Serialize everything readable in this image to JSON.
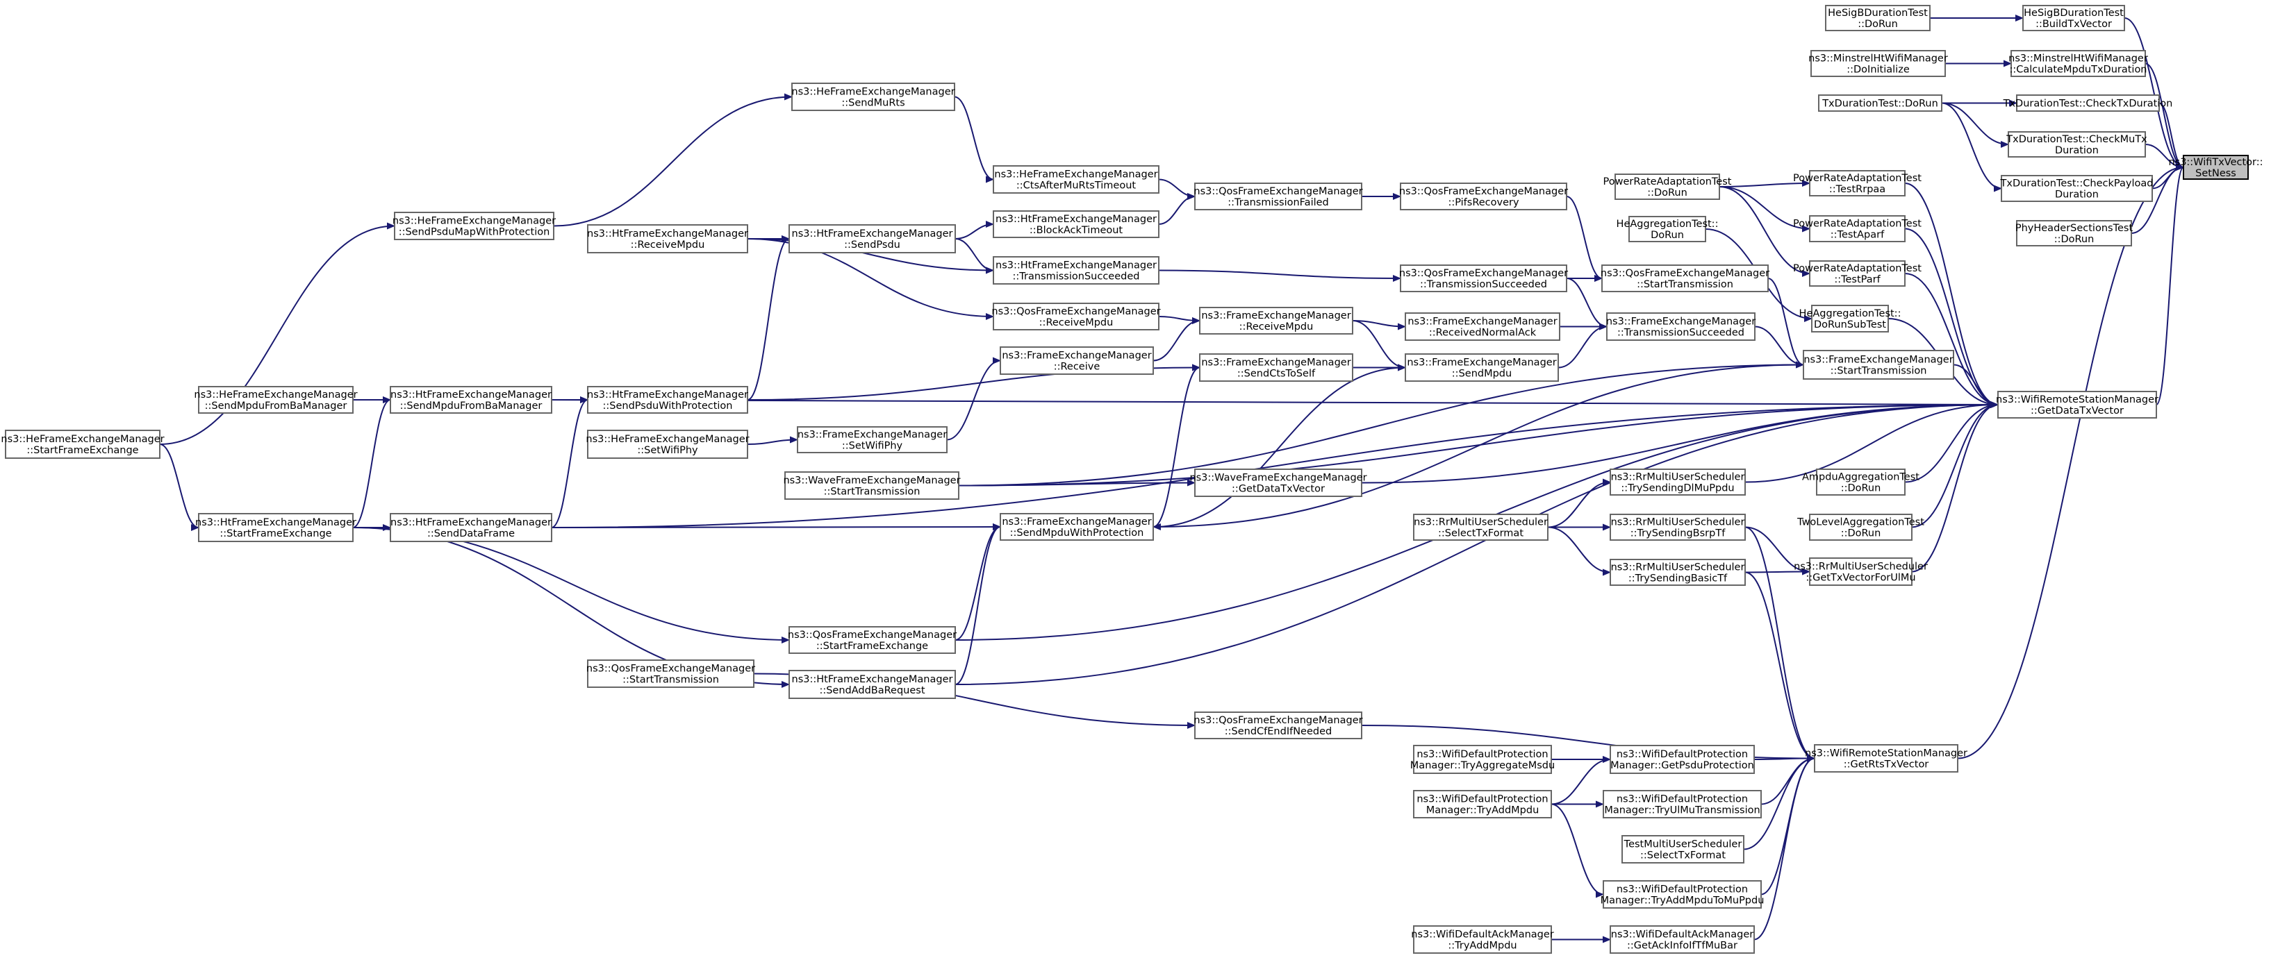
{
  "colors": {
    "edge": "#191970",
    "root_fill": "#bfbfbf",
    "node_border": "#666666"
  },
  "nodes": [
    {
      "id": "setness",
      "lines": [
        "ns3::WifiTxVector::",
        "SetNess"
      ],
      "root": true
    },
    {
      "id": "hesig_buildtx",
      "lines": [
        "HeSigBDurationTest",
        "::BuildTxVector"
      ]
    },
    {
      "id": "hesig_dorun",
      "lines": [
        "HeSigBDurationTest",
        "::DoRun"
      ]
    },
    {
      "id": "minstrel_calc",
      "lines": [
        "ns3::MinstrelHtWifiManager",
        "::CalculateMpduTxDuration"
      ]
    },
    {
      "id": "minstrel_init",
      "lines": [
        "ns3::MinstrelHtWifiManager",
        "::DoInitialize"
      ]
    },
    {
      "id": "txdur_checktx",
      "lines": [
        "TxDurationTest::CheckTxDuration"
      ]
    },
    {
      "id": "txdur_dorun",
      "lines": [
        "TxDurationTest::DoRun"
      ]
    },
    {
      "id": "txdur_checkmu",
      "lines": [
        "TxDurationTest::CheckMuTx",
        "Duration"
      ]
    },
    {
      "id": "txdur_checkpayload",
      "lines": [
        "TxDurationTest::CheckPayload",
        "Duration"
      ]
    },
    {
      "id": "phyheader",
      "lines": [
        "PhyHeaderSectionsTest",
        "::DoRun"
      ]
    },
    {
      "id": "remote_getdata",
      "lines": [
        "ns3::WifiRemoteStationManager",
        "::GetDataTxVector"
      ]
    },
    {
      "id": "remote_getrts",
      "lines": [
        "ns3::WifiRemoteStationManager",
        "::GetRtsTxVector"
      ]
    },
    {
      "id": "pra_rrpaa",
      "lines": [
        "PowerRateAdaptationTest",
        "::TestRrpaa"
      ]
    },
    {
      "id": "pra_aparf",
      "lines": [
        "PowerRateAdaptationTest",
        "::TestAparf"
      ]
    },
    {
      "id": "pra_parf",
      "lines": [
        "PowerRateAdaptationTest",
        "::TestParf"
      ]
    },
    {
      "id": "pra_dorun",
      "lines": [
        "PowerRateAdaptationTest",
        "::DoRun"
      ]
    },
    {
      "id": "heagg_dorun",
      "lines": [
        "HeAggregationTest::",
        "DoRun"
      ]
    },
    {
      "id": "heagg_sub",
      "lines": [
        "HeAggregationTest::",
        "DoRunSubTest"
      ]
    },
    {
      "id": "ampdu",
      "lines": [
        "AmpduAggregationTest",
        "::DoRun"
      ]
    },
    {
      "id": "twolevel",
      "lines": [
        "TwoLevelAggregationTest",
        "::DoRun"
      ]
    },
    {
      "id": "rr_getul",
      "lines": [
        "ns3::RrMultiUserScheduler",
        "::GetTxVectorForUlMu"
      ]
    },
    {
      "id": "rr_trydl",
      "lines": [
        "ns3::RrMultiUserScheduler",
        "::TrySendingDlMuPpdu"
      ]
    },
    {
      "id": "rr_trybsrp",
      "lines": [
        "ns3::RrMultiUserScheduler",
        "::TrySendingBsrpTf"
      ]
    },
    {
      "id": "rr_trybasic",
      "lines": [
        "ns3::RrMultiUserScheduler",
        "::TrySendingBasicTf"
      ]
    },
    {
      "id": "rr_select",
      "lines": [
        "ns3::RrMultiUserScheduler",
        "::SelectTxFormat"
      ]
    },
    {
      "id": "fem_starttx",
      "lines": [
        "ns3::FrameExchangeManager",
        "::StartTransmission"
      ]
    },
    {
      "id": "fem_txsucc",
      "lines": [
        "ns3::FrameExchangeManager",
        "::TransmissionSucceeded"
      ]
    },
    {
      "id": "fem_recvnormalack",
      "lines": [
        "ns3::FrameExchangeManager",
        "::ReceivedNormalAck"
      ]
    },
    {
      "id": "fem_sendmpdu",
      "lines": [
        "ns3::FrameExchangeManager",
        "::SendMpdu"
      ]
    },
    {
      "id": "fem_receivempdu",
      "lines": [
        "ns3::FrameExchangeManager",
        "::ReceiveMpdu"
      ]
    },
    {
      "id": "fem_sendcts",
      "lines": [
        "ns3::FrameExchangeManager",
        "::SendCtsToSelf"
      ]
    },
    {
      "id": "fem_receive",
      "lines": [
        "ns3::FrameExchangeManager",
        "::Receive"
      ]
    },
    {
      "id": "fem_setwifiphy",
      "lines": [
        "ns3::FrameExchangeManager",
        "::SetWifiPhy"
      ]
    },
    {
      "id": "fem_sendmpduprot",
      "lines": [
        "ns3::FrameExchangeManager",
        "::SendMpduWithProtection"
      ]
    },
    {
      "id": "qfem_starttx_r",
      "lines": [
        "ns3::QosFrameExchangeManager",
        "::StartTransmission"
      ]
    },
    {
      "id": "qfem_txsucc",
      "lines": [
        "ns3::QosFrameExchangeManager",
        "::TransmissionSucceeded"
      ]
    },
    {
      "id": "qfem_pifs",
      "lines": [
        "ns3::QosFrameExchangeManager",
        "::PifsRecovery"
      ]
    },
    {
      "id": "qfem_txfailed",
      "lines": [
        "ns3::QosFrameExchangeManager",
        "::TransmissionFailed"
      ]
    },
    {
      "id": "qfem_receivempdu",
      "lines": [
        "ns3::QosFrameExchangeManager",
        "::ReceiveMpdu"
      ]
    },
    {
      "id": "qfem_startfe",
      "lines": [
        "ns3::QosFrameExchangeManager",
        "::StartFrameExchange"
      ]
    },
    {
      "id": "qfem_starttx_l",
      "lines": [
        "ns3::QosFrameExchangeManager",
        "::StartTransmission"
      ]
    },
    {
      "id": "qfem_sendcfend",
      "lines": [
        "ns3::QosFrameExchangeManager",
        "::SendCfEndIfNeeded"
      ]
    },
    {
      "id": "hefem_ctsafter",
      "lines": [
        "ns3::HeFrameExchangeManager",
        "::CtsAfterMuRtsTimeout"
      ]
    },
    {
      "id": "hefem_sendmurts",
      "lines": [
        "ns3::HeFrameExchangeManager",
        "::SendMuRts"
      ]
    },
    {
      "id": "hefem_sendpsdumap",
      "lines": [
        "ns3::HeFrameExchangeManager",
        "::SendPsduMapWithProtection"
      ]
    },
    {
      "id": "hefem_startfe",
      "lines": [
        "ns3::HeFrameExchangeManager",
        "::StartFrameExchange"
      ]
    },
    {
      "id": "hefem_sendmpdufromba",
      "lines": [
        "ns3::HeFrameExchangeManager",
        "::SendMpduFromBaManager"
      ]
    },
    {
      "id": "hefem_setwifiphy",
      "lines": [
        "ns3::HeFrameExchangeManager",
        "::SetWifiPhy"
      ]
    },
    {
      "id": "htfem_blockack",
      "lines": [
        "ns3::HtFrameExchangeManager",
        "::BlockAckTimeout"
      ]
    },
    {
      "id": "htfem_txsucc",
      "lines": [
        "ns3::HtFrameExchangeManager",
        "::TransmissionSucceeded"
      ]
    },
    {
      "id": "htfem_sendpsdu",
      "lines": [
        "ns3::HtFrameExchangeManager",
        "::SendPsdu"
      ]
    },
    {
      "id": "htfem_receivempdu",
      "lines": [
        "ns3::HtFrameExchangeManager",
        "::ReceiveMpdu"
      ]
    },
    {
      "id": "htfem_sendpsduprot",
      "lines": [
        "ns3::HtFrameExchangeManager",
        "::SendPsduWithProtection"
      ]
    },
    {
      "id": "htfem_sendmpdufromba",
      "lines": [
        "ns3::HtFrameExchangeManager",
        "::SendMpduFromBaManager"
      ]
    },
    {
      "id": "htfem_startfe",
      "lines": [
        "ns3::HtFrameExchangeManager",
        "::StartFrameExchange"
      ]
    },
    {
      "id": "htfem_senddata",
      "lines": [
        "ns3::HtFrameExchangeManager",
        "::SendDataFrame"
      ]
    },
    {
      "id": "htfem_sendaddba",
      "lines": [
        "ns3::HtFrameExchangeManager",
        "::SendAddBaRequest"
      ]
    },
    {
      "id": "wfem_getdata",
      "lines": [
        "ns3::WaveFrameExchangeManager",
        "::GetDataTxVector"
      ]
    },
    {
      "id": "wfem_starttx",
      "lines": [
        "ns3::WaveFrameExchangeManager",
        "::StartTransmission"
      ]
    },
    {
      "id": "wdp_getpsdu",
      "lines": [
        "ns3::WifiDefaultProtection",
        "Manager::GetPsduProtection"
      ]
    },
    {
      "id": "wdp_tryaggmsdu",
      "lines": [
        "ns3::WifiDefaultProtection",
        "Manager::TryAggregateMsdu"
      ]
    },
    {
      "id": "wdp_tryulmu",
      "lines": [
        "ns3::WifiDefaultProtection",
        "Manager::TryUlMuTransmission"
      ]
    },
    {
      "id": "wdp_tryaddmpdu",
      "lines": [
        "ns3::WifiDefaultProtection",
        "Manager::TryAddMpdu"
      ]
    },
    {
      "id": "wdp_tryaddmpdutomu",
      "lines": [
        "ns3::WifiDefaultProtection",
        "Manager::TryAddMpduToMuPpdu"
      ]
    },
    {
      "id": "testmu_select",
      "lines": [
        "TestMultiUserScheduler",
        "::SelectTxFormat"
      ]
    },
    {
      "id": "wda_getackinfo",
      "lines": [
        "ns3::WifiDefaultAckManager",
        "::GetAckInfoIfTfMuBar"
      ]
    },
    {
      "id": "wda_tryaddmpdu",
      "lines": [
        "ns3::WifiDefaultAckManager",
        "::TryAddMpdu"
      ]
    }
  ]
}
